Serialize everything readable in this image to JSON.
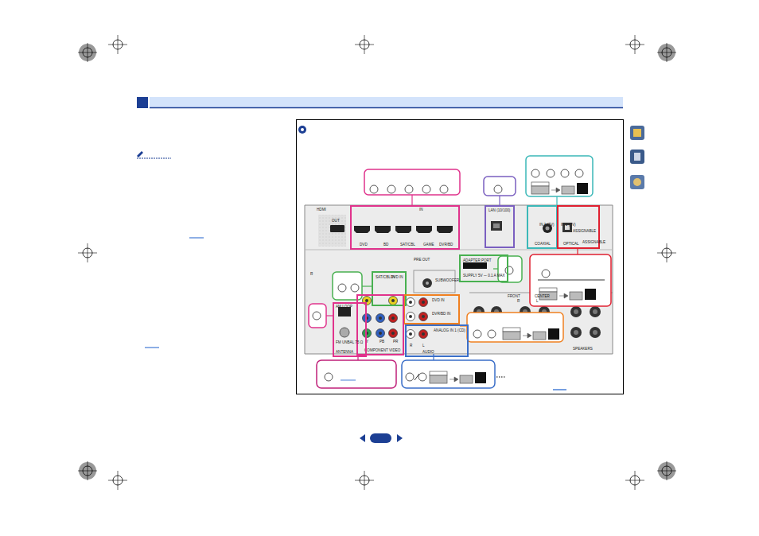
{
  "diagram": {
    "nodes": [
      {
        "text": [
          "IN",
          "DVD",
          "BD",
          "SAT/CBL",
          "GAME",
          "DVR/BD"
        ]
      },
      {
        "text": [
          "LAN (10/100)"
        ]
      },
      {
        "text": [
          "IN 1 (TV)",
          "COAXIAL"
        ]
      },
      {
        "text": [
          "IN 2 (TV)",
          "ASSIGNABLE",
          "OPTICAL"
        ]
      },
      {
        "text": [
          "ADAPTER PORT",
          "SUPPLY 5V ⎓ 0.1 A MAX"
        ]
      },
      {
        "text": [
          "SAT/CBL IN",
          "DVD IN"
        ]
      },
      {
        "text": [
          "DVD IN",
          "DVR/BD IN"
        ]
      },
      {
        "text": [
          "ANALOG IN 1 (CD)",
          "R",
          "L",
          "AUDIO"
        ]
      },
      {
        "text": [
          "Y",
          "PB",
          "PR",
          "COMPONENT VIDEO"
        ]
      },
      {
        "text": [
          "AM LOOP",
          "FM UNBAL 75 Ω",
          "ANTENNA"
        ]
      }
    ],
    "labels": [
      "HDMI",
      "OUT",
      "PRE OUT",
      "SUBWOOFER",
      "FRONT",
      "CENTER",
      "R",
      "L",
      "SPEAKERS",
      "R",
      "ASSIGNABLE"
    ]
  }
}
